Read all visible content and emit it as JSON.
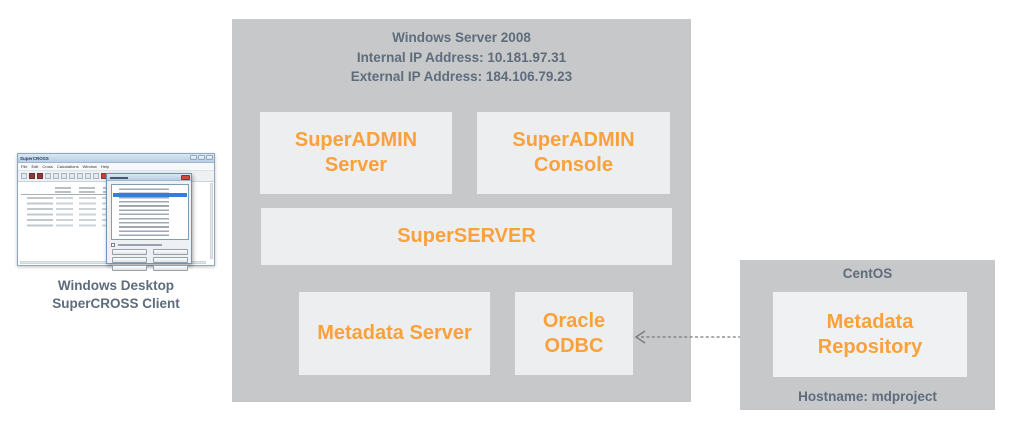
{
  "colors": {
    "accent_orange": "#f9a13b",
    "slate_text": "#5e6c7c",
    "container_gray": "#c7c8ca",
    "box_bg": "#edeef0"
  },
  "client": {
    "window_title": "SuperCROSS",
    "menu_items": [
      "File",
      "Edit",
      "Cross",
      "Calculations",
      "Window",
      "Help"
    ],
    "caption_line1": "Windows Desktop",
    "caption_line2": "SuperCROSS Client"
  },
  "server_group": {
    "title": "Windows Server 2008",
    "internal_ip": "Internal IP Address: 10.181.97.31",
    "external_ip": "External IP Address: 184.106.79.23",
    "boxes": {
      "superadmin_server": "SuperADMIN Server",
      "superadmin_console": "SuperADMIN Console",
      "superserver": "SuperSERVER",
      "metadata_server": "Metadata Server",
      "oracle_odbc": "Oracle ODBC"
    }
  },
  "centos_group": {
    "title": "CentOS",
    "repository": "Metadata Repository",
    "hostname": "Hostname: mdproject"
  }
}
